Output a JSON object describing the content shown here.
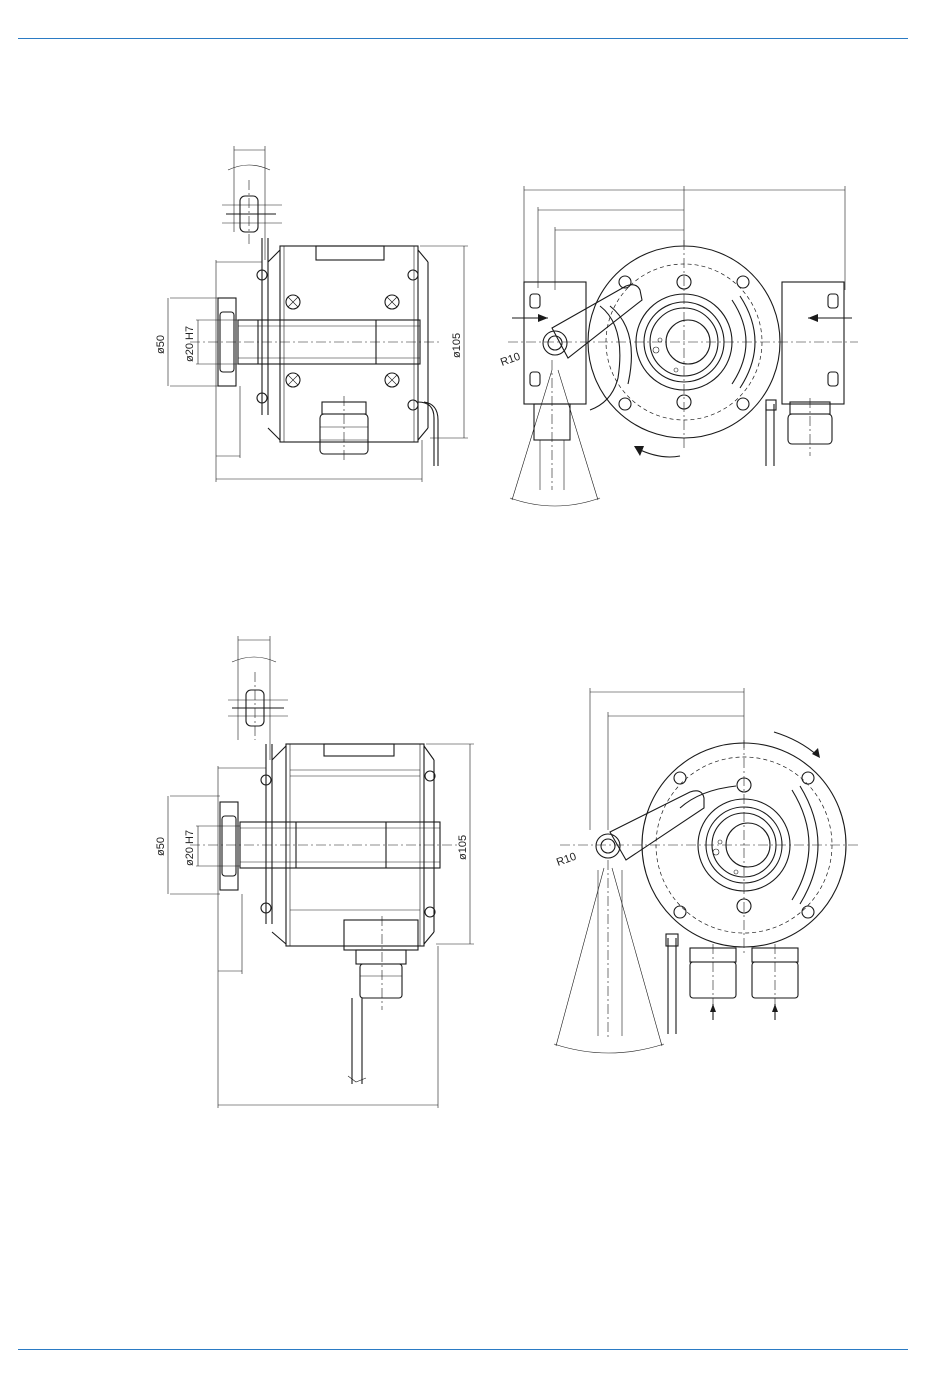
{
  "page": {
    "rule_color": "#2b7bc4"
  },
  "drawing_1_side": {
    "label_shaft_outer": "ø50",
    "label_bore": "ø20 H7",
    "label_body": "ø105"
  },
  "drawing_1_front": {
    "label_radius": "R10"
  },
  "drawing_2_side": {
    "label_shaft_outer": "ø50",
    "label_bore": "ø20 H7",
    "label_body": "ø105"
  },
  "drawing_2_front": {
    "label_radius": "R10"
  }
}
